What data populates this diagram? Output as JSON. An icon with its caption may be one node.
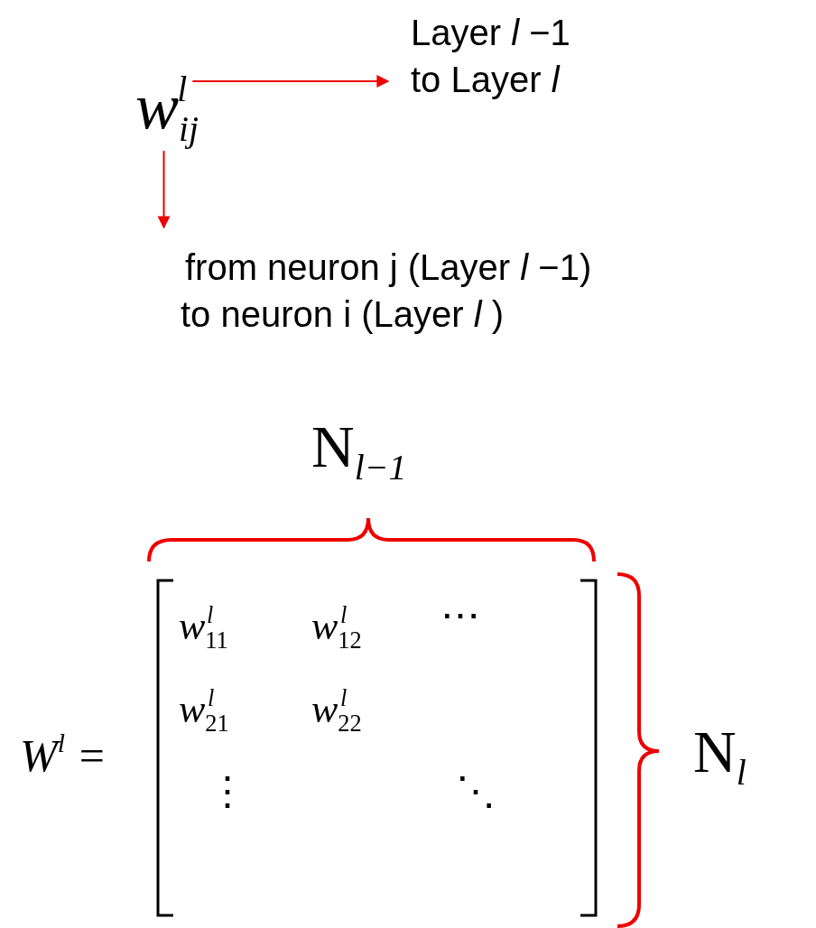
{
  "diagram": {
    "nodes": [
      {
        "text": [
          "w$_{ij}$$^{l}$"
        ]
      },
      {
        "text": [
          "Layer *l* −1",
          "to Layer *l*"
        ]
      },
      {
        "text": [
          "from neuron j  (Layer *l* −1)",
          "to neuron i   (Layer *l* )"
        ]
      }
    ],
    "edges": [
      {
        "from": 0,
        "to": 1,
        "arrow": "to"
      },
      {
        "from": 0,
        "to": 2,
        "arrow": "to"
      }
    ],
    "labels": [
      "N$_{l−1}$",
      "W$^{l}$ =",
      "w$_{11}$$^{l}$",
      "w$_{12}$$^{l}$",
      "⋯",
      "w$_{21}$$^{l}$",
      "w$_{22}$$^{l}$",
      "N$_{l}$",
      "⋮",
      "⋱"
    ]
  }
}
